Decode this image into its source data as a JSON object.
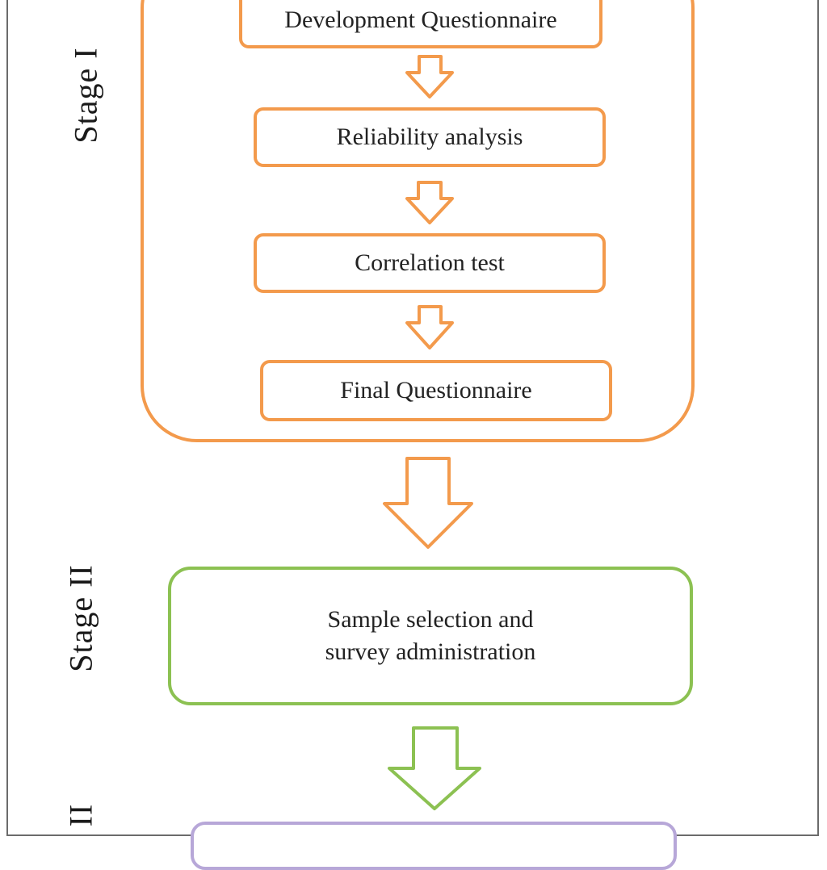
{
  "stages": {
    "stage1": {
      "label": "Stage I",
      "steps": [
        "Development Questionnaire",
        "Reliability analysis",
        "Correlation test",
        "Final Questionnaire"
      ],
      "color": "#f39a4c"
    },
    "stage2": {
      "label": "Stage II",
      "step": "Sample selection and survey administration",
      "color": "#8cc152"
    },
    "stage3": {
      "label": "II",
      "color": "#b7a7d8"
    }
  }
}
